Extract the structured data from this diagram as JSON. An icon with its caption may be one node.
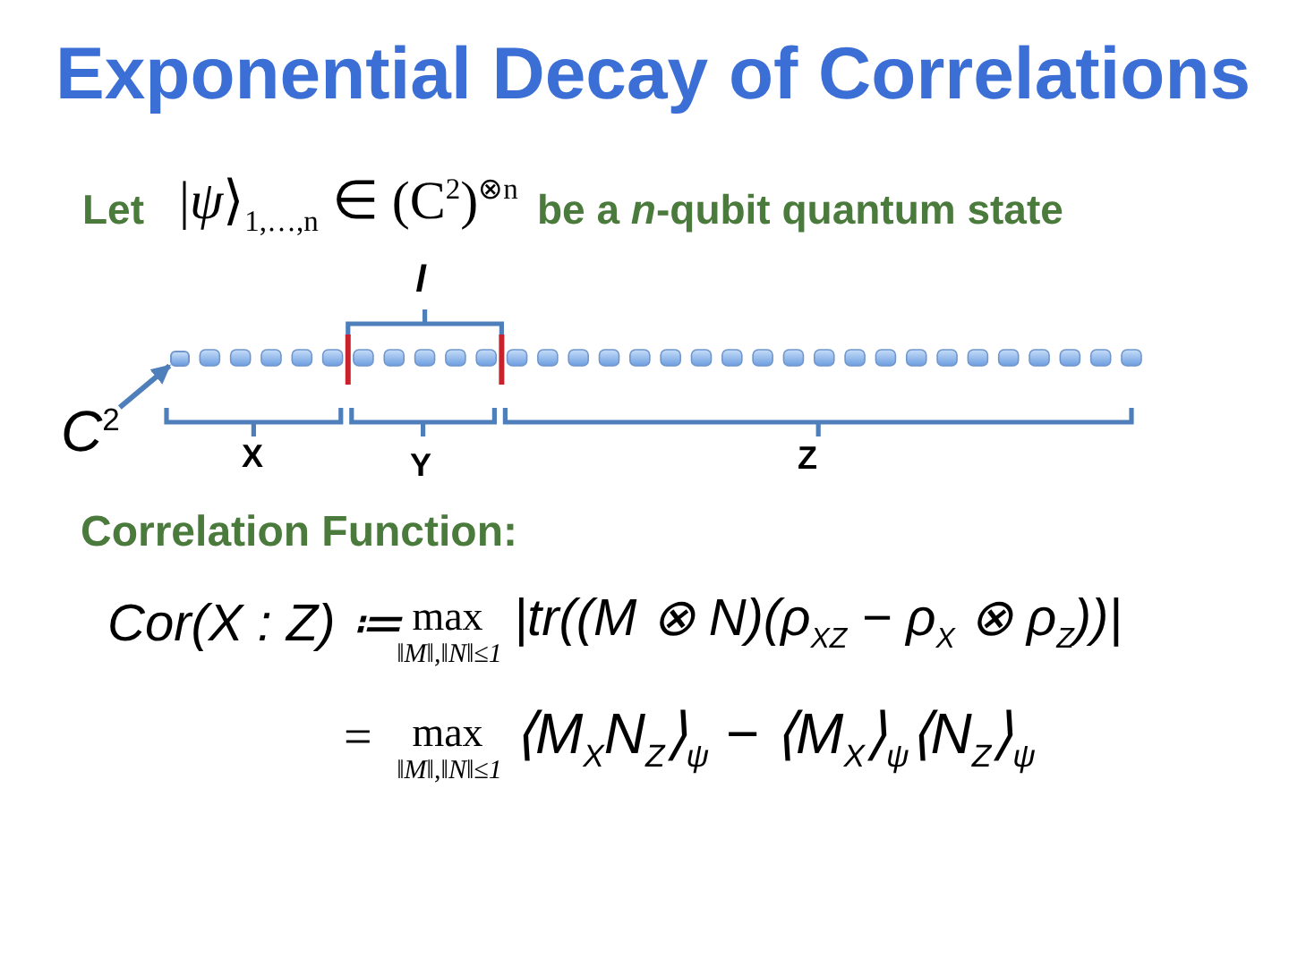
{
  "diagram": {
    "title": "Exponential Decay of Correlations",
    "nodes": [
      {
        "text": [
          "*C*$^{2}$"
        ]
      },
      {
        "text": [],
        "shape": "box"
      }
    ],
    "edges": [
      {
        "from": 0,
        "to": 1,
        "arrow": "to"
      }
    ],
    "labels": [
      "Let",
      "|*ψ*⟩$_{1,…,n}$ ∈ (C$^{2}$)$^{⊗n}$",
      "be a *n*-qubit quantum state",
      "l",
      "X",
      "Y",
      "Z",
      "Correlation Function:",
      "Cor(X : Z) ≔",
      "max",
      "‖M‖,‖N‖≤1",
      "|tr((M ⊗ N)(ρ$_{XZ}$ − ρ$_{X}$ ⊗ ρ$_{Z}$))|",
      "=",
      "max",
      "‖M‖,‖N‖≤1",
      "⟨M$_{X}$N$_{Z}$⟩$_{ψ}$ − ⟨M$_{X}$⟩$_{ψ}$⟨N$_{Z}$⟩$_{ψ}$"
    ]
  }
}
